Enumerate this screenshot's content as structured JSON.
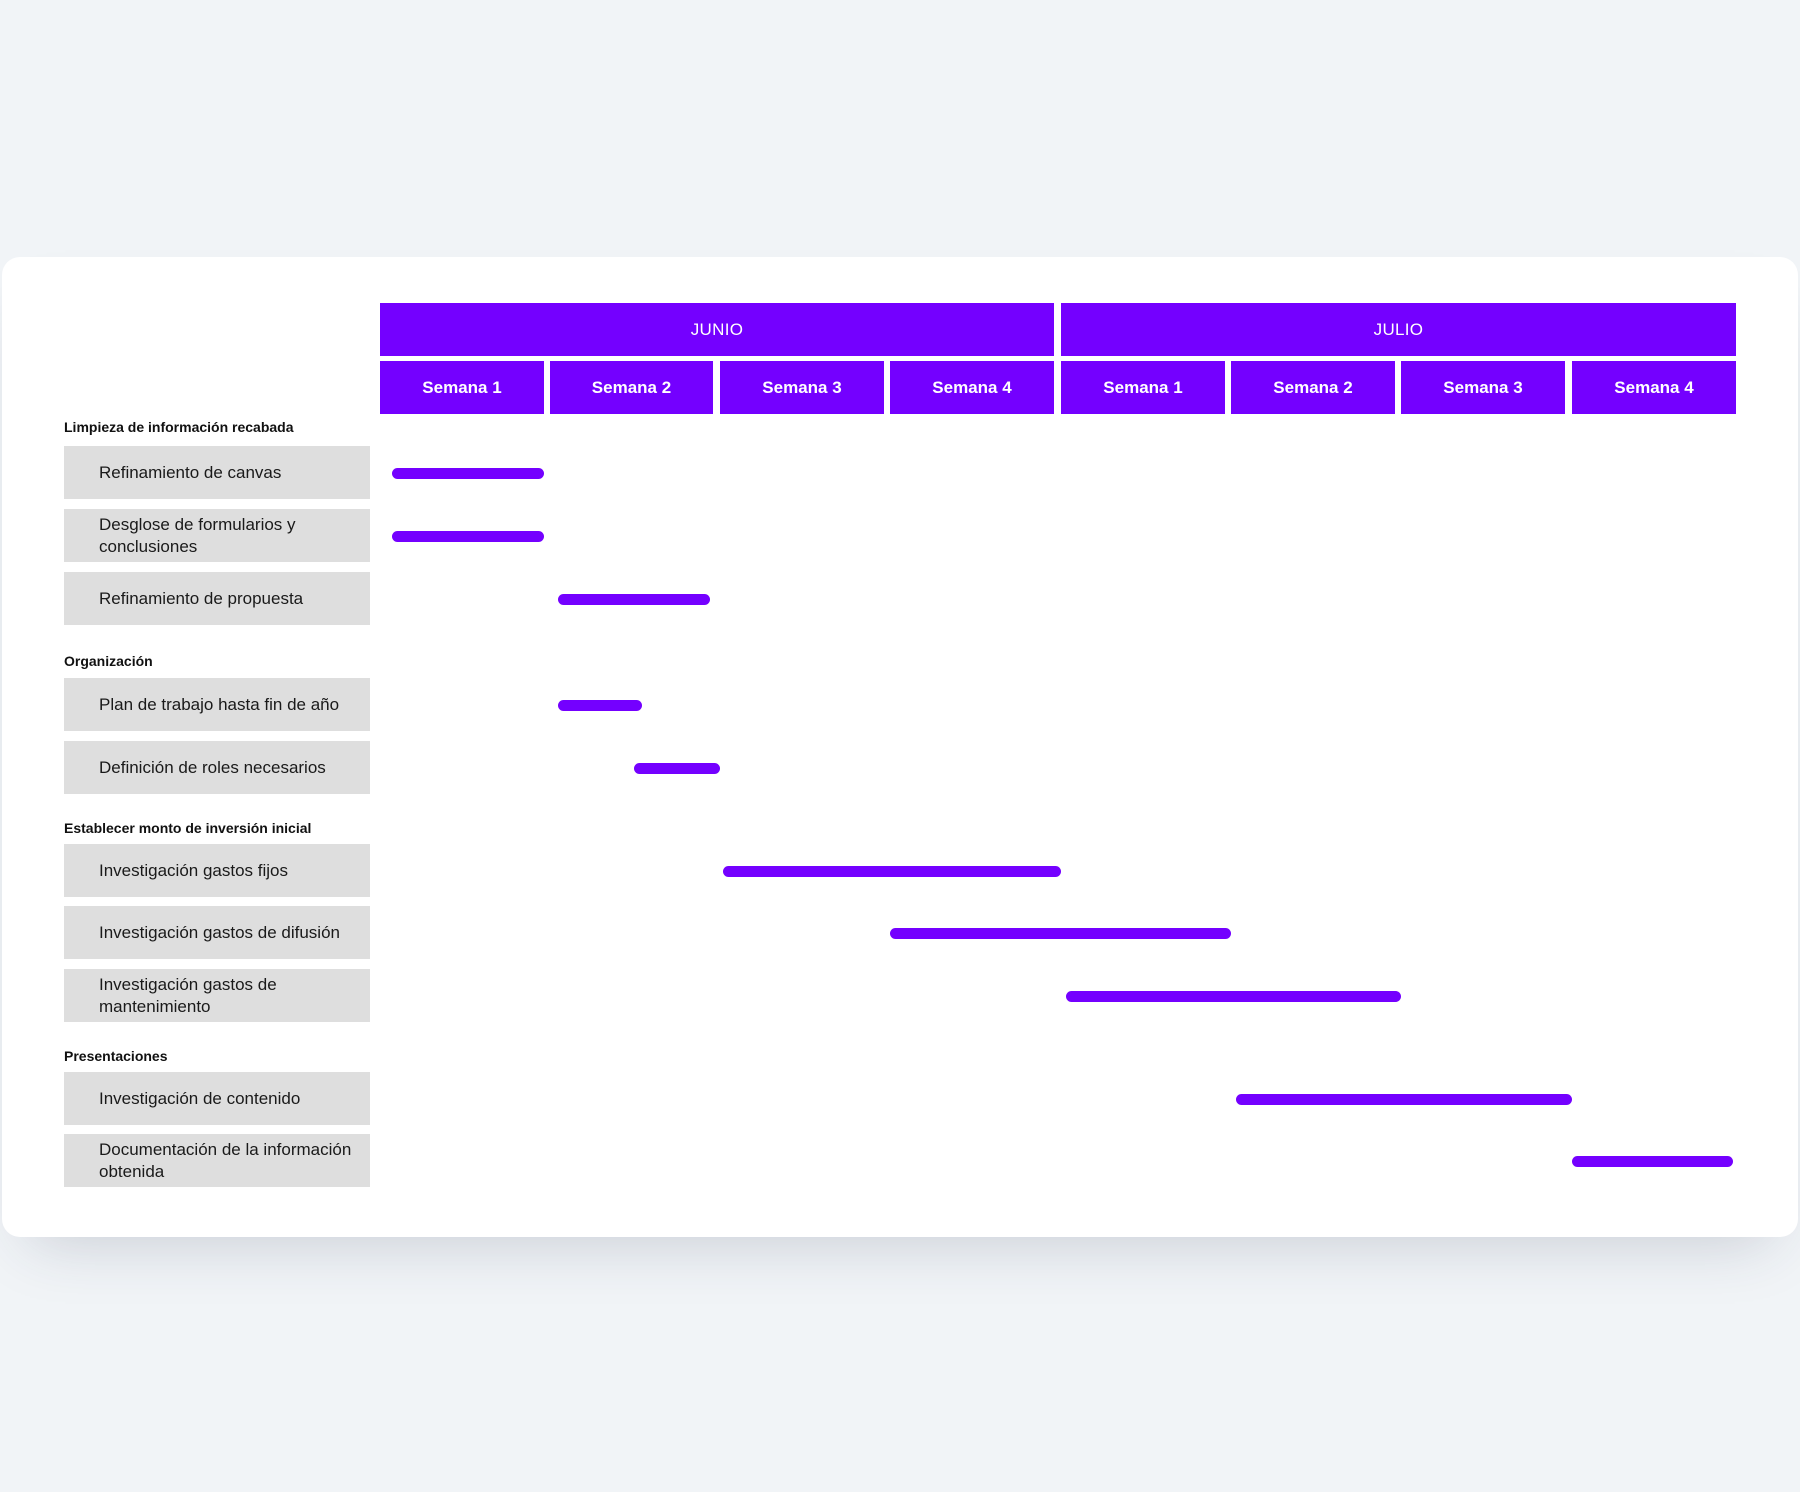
{
  "chart_data": {
    "type": "gantt",
    "months": [
      {
        "label": "JUNIO",
        "weeks": [
          "Semana 1",
          "Semana 2",
          "Semana 3",
          "Semana 4"
        ]
      },
      {
        "label": "JULIO",
        "weeks": [
          "Semana 1",
          "Semana 2",
          "Semana 3",
          "Semana 4"
        ]
      }
    ],
    "groups": [
      {
        "name": "Limpieza de información recabada",
        "tasks": [
          {
            "label": "Refinamiento de canvas",
            "start_week": 0.07,
            "end_week": 0.97
          },
          {
            "label": "Desglose de formularios y conclusiones",
            "start_week": 0.07,
            "end_week": 0.97
          },
          {
            "label": "Refinamiento de propuesta",
            "start_week": 1.05,
            "end_week": 1.95
          }
        ]
      },
      {
        "name": "Organización",
        "tasks": [
          {
            "label": "Plan de trabajo hasta fin de año",
            "start_week": 1.05,
            "end_week": 1.55
          },
          {
            "label": "Definición de roles necesarios",
            "start_week": 1.5,
            "end_week": 2.0
          }
        ]
      },
      {
        "name": "Establecer monto de inversión inicial",
        "tasks": [
          {
            "label": "Investigación gastos fijos",
            "start_week": 2.02,
            "end_week": 4.0
          },
          {
            "label": "Investigación gastos de difusión",
            "start_week": 3.0,
            "end_week": 5.0
          },
          {
            "label": "Investigación gastos de mantenimiento",
            "start_week": 4.03,
            "end_week": 6.0
          }
        ]
      },
      {
        "name": "Presentaciones",
        "tasks": [
          {
            "label": "Investigación de contenido",
            "start_week": 5.03,
            "end_week": 7.0
          },
          {
            "label": "Documentación de la información obtenida",
            "start_week": 7.0,
            "end_week": 7.95
          }
        ]
      }
    ],
    "colors": {
      "accent": "#7400ff",
      "label_bg": "#dedede",
      "background": "#f1f4f7",
      "card": "#ffffff"
    }
  }
}
